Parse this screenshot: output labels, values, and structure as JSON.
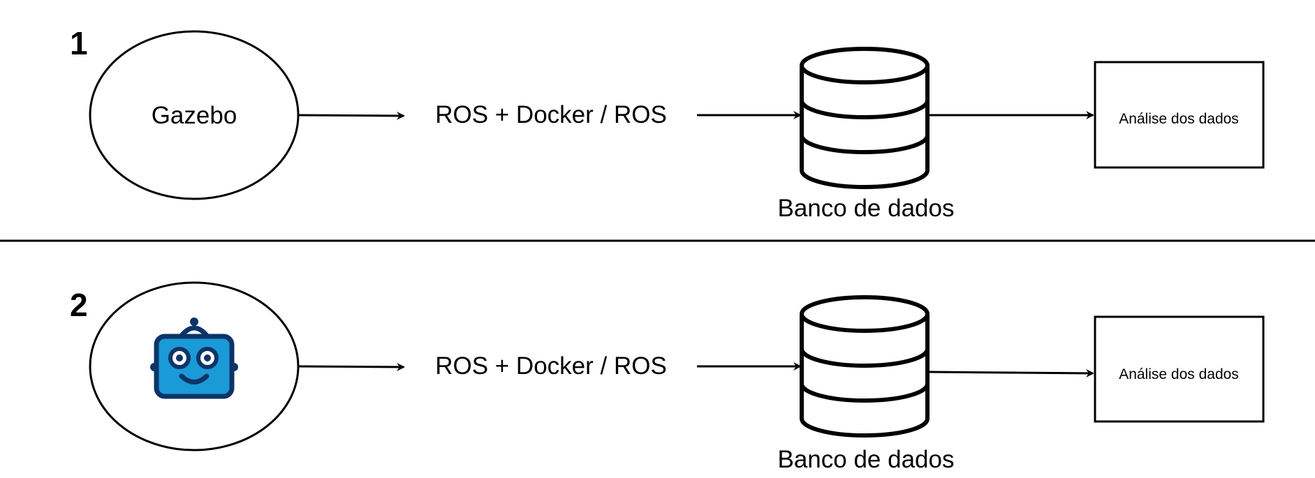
{
  "rows": [
    {
      "number": "1",
      "source_label": "Gazebo",
      "middleware_label": "ROS + Docker / ROS",
      "database_label": "Banco de dados",
      "analysis_label": "Análise dos dados"
    },
    {
      "number": "2",
      "source_icon": "robot-icon",
      "middleware_label": "ROS + Docker / ROS",
      "database_label": "Banco de dados",
      "analysis_label": "Análise dos dados"
    }
  ],
  "colors": {
    "robot_fill": "#1a9ad6",
    "robot_outline": "#0d3468"
  }
}
